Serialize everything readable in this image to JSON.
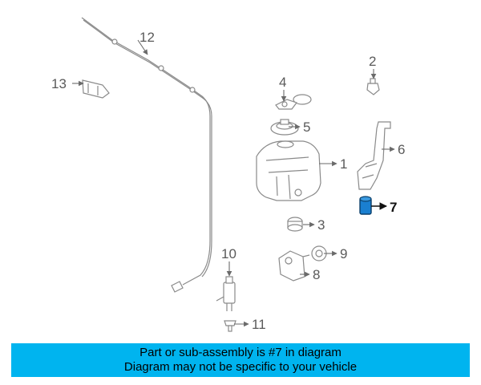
{
  "callouts": {
    "c1": "1",
    "c2": "2",
    "c3": "3",
    "c4": "4",
    "c5": "5",
    "c6": "6",
    "c7": "7",
    "c8": "8",
    "c9": "9",
    "c10": "10",
    "c11": "11",
    "c12": "12",
    "c13": "13"
  },
  "highlight_color": "#1a7fd0",
  "banner": {
    "line1": "Part or sub-assembly is #7 in diagram",
    "line2": "Diagram may not be specific to your vehicle",
    "color": "#00b4ef"
  }
}
